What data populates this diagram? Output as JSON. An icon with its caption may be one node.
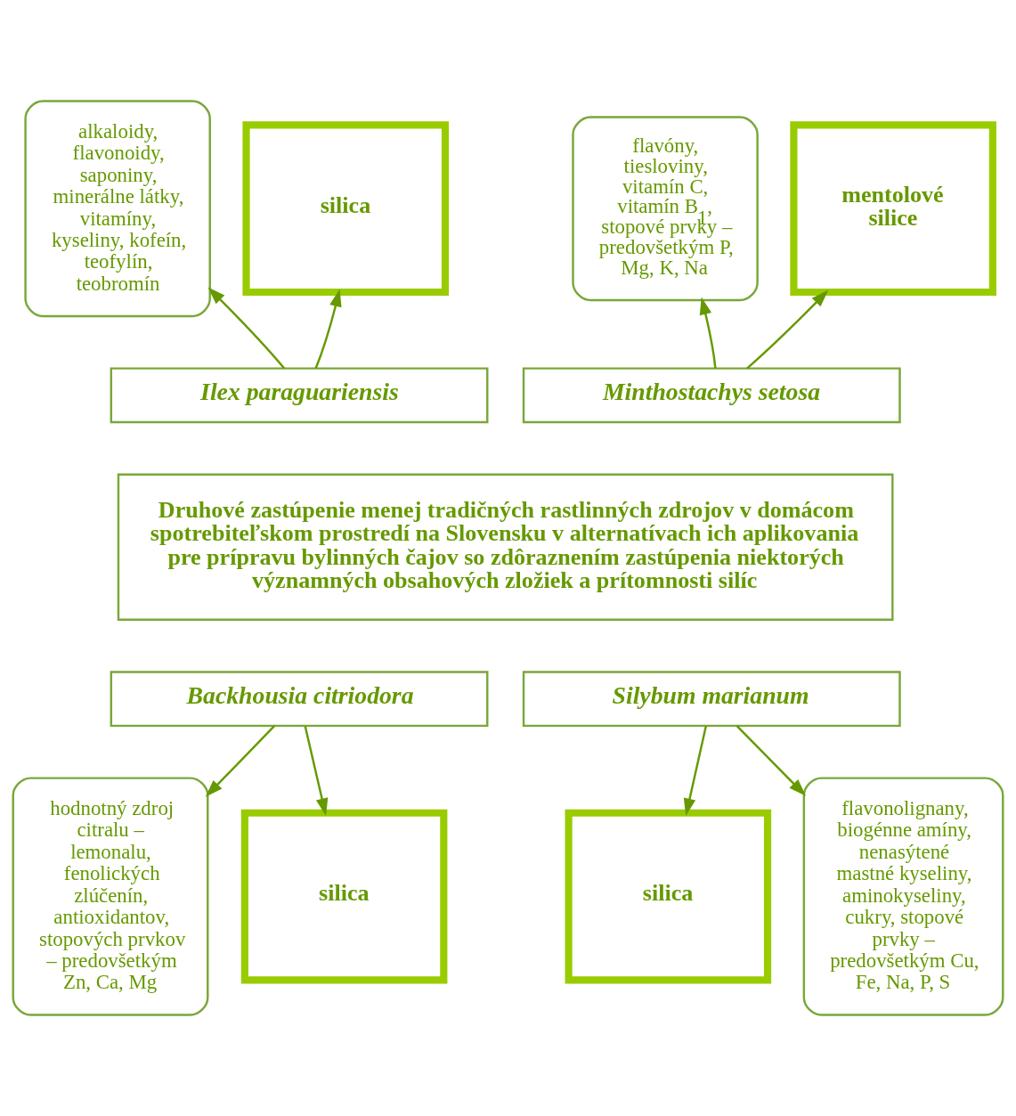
{
  "diagram": {
    "nodes": [
      {
        "text": [
          "Druhové zastúpenie menej tradičných rastlinných zdrojov v domácom spotrebiteľskom prostredí na Slovensku v alternatívach ich aplikovania pre prípravu bylinných čajov so zdôraznením zastúpenia niektorých významných obsahových zložiek a prítomnosti silíc"
        ]
      },
      {
        "text": [
          "Ilex paraguariensis"
        ]
      },
      {
        "text": [
          "alkaloidy, flavonoidy, saponiny, minerálne látky, vitamíny, kyseliny, kofeín, teofylín, teobromín"
        ]
      },
      {
        "text": [
          "silica"
        ]
      },
      {
        "text": [
          "Minthostachys setosa"
        ]
      },
      {
        "text": [
          "flavóny, tiesloviny, vitamín C, vitamín B$_{1}$, stopové prvky – predovšetkým P, Mg, K, Na"
        ]
      },
      {
        "text": [
          "mentolové silice"
        ]
      },
      {
        "text": [
          "Backhousia citriodora"
        ]
      },
      {
        "text": [
          "hodnotný zdroj citralu – lemonalu, fenolických zlúčenín, antioxidantov, stopových prvkov – predovšetkým Zn, Ca, Mg"
        ]
      },
      {
        "text": [
          "silica"
        ]
      },
      {
        "text": [
          "Silybum marianum"
        ]
      },
      {
        "text": [
          "silica"
        ]
      },
      {
        "text": [
          "flavonolignany, biogénne amíny, nenasýtené mastné kyseliny, aminokyseliny, cukry, stopové prvky – predovšetkým Cu, Fe, Na, P, S"
        ]
      }
    ],
    "edges": [
      {
        "from": 1,
        "to": 2,
        "arrow": "to"
      },
      {
        "from": 1,
        "to": 3,
        "arrow": "to"
      },
      {
        "from": 4,
        "to": 5,
        "arrow": "to"
      },
      {
        "from": 4,
        "to": 6,
        "arrow": "to"
      },
      {
        "from": 7,
        "to": 8,
        "arrow": "to"
      },
      {
        "from": 7,
        "to": 9,
        "arrow": "to"
      },
      {
        "from": 10,
        "to": 11,
        "arrow": "to"
      },
      {
        "from": 10,
        "to": 12,
        "arrow": "to"
      }
    ]
  }
}
